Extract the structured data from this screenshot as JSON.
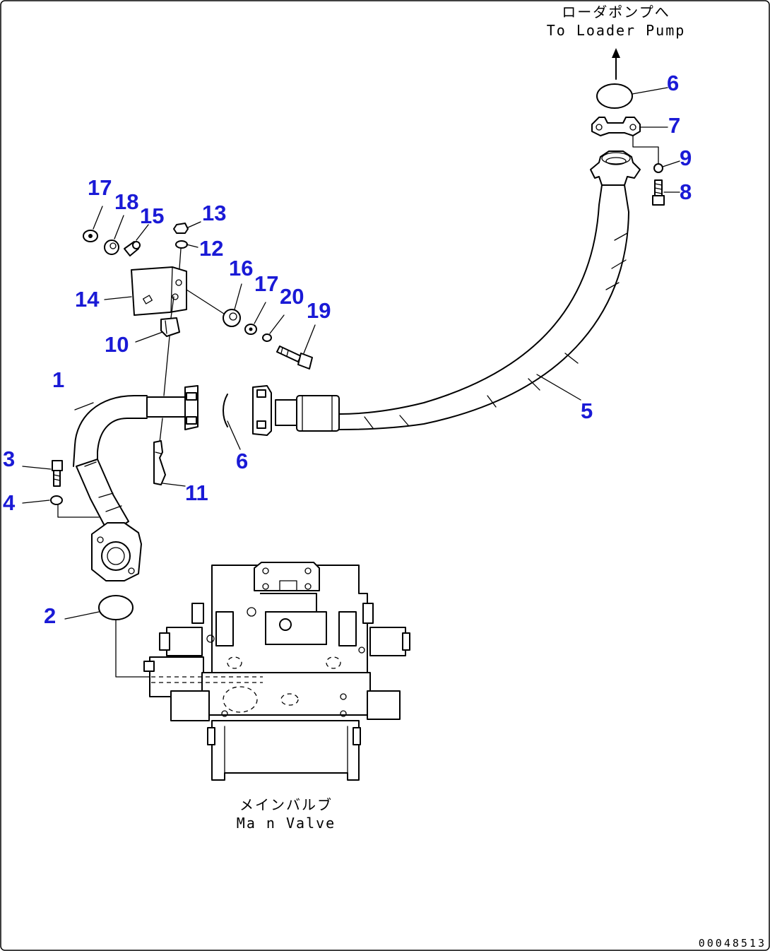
{
  "notes": {
    "loader_pump_ja": "ローダポンプへ",
    "loader_pump_en": "To Loader Pump",
    "main_valve_ja": "メインバルブ",
    "main_valve_en": "Ma n Valve"
  },
  "callouts": {
    "c1": "1",
    "c2": "2",
    "c3": "3",
    "c4": "4",
    "c5": "5",
    "c6_top": "6",
    "c6_mid": "6",
    "c7": "7",
    "c8": "8",
    "c9": "9",
    "c10": "10",
    "c11": "11",
    "c12": "12",
    "c13": "13",
    "c14": "14",
    "c15": "15",
    "c16": "16",
    "c17_left": "17",
    "c17_right": "17",
    "c18": "18",
    "c19": "19",
    "c20": "20"
  },
  "document_id": "00048513",
  "colors": {
    "callout": "#1a1ad6",
    "line": "#000000",
    "background": "#ffffff"
  }
}
